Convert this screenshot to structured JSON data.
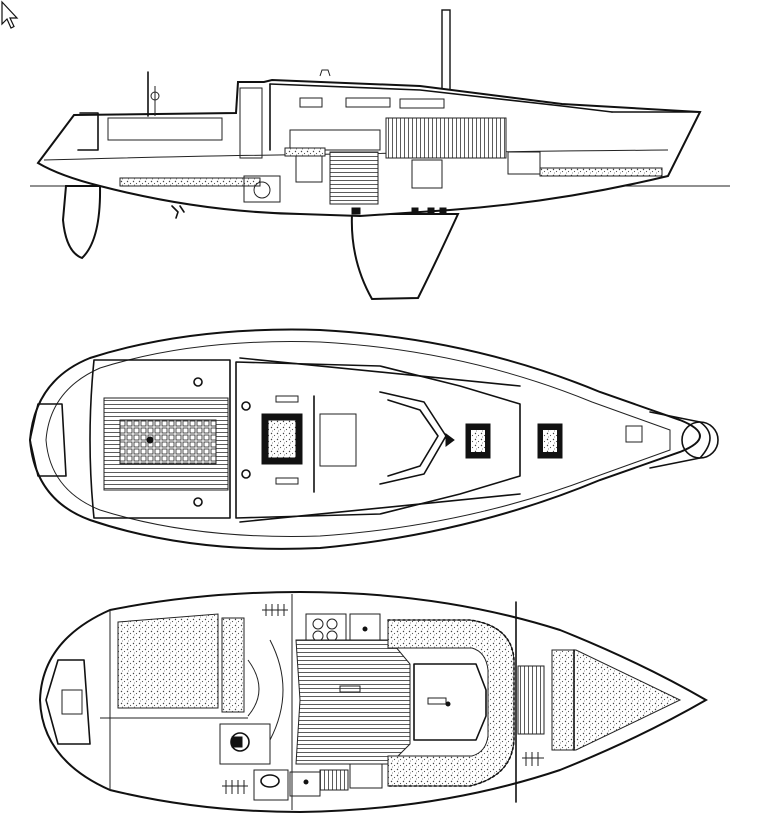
{
  "drawing": {
    "views": [
      "profile",
      "deck-plan",
      "accommodation-plan"
    ]
  },
  "colors": {
    "ink": "#111111",
    "paper": "#ffffff"
  },
  "icons": {
    "cursor": "mouse-pointer-icon"
  }
}
